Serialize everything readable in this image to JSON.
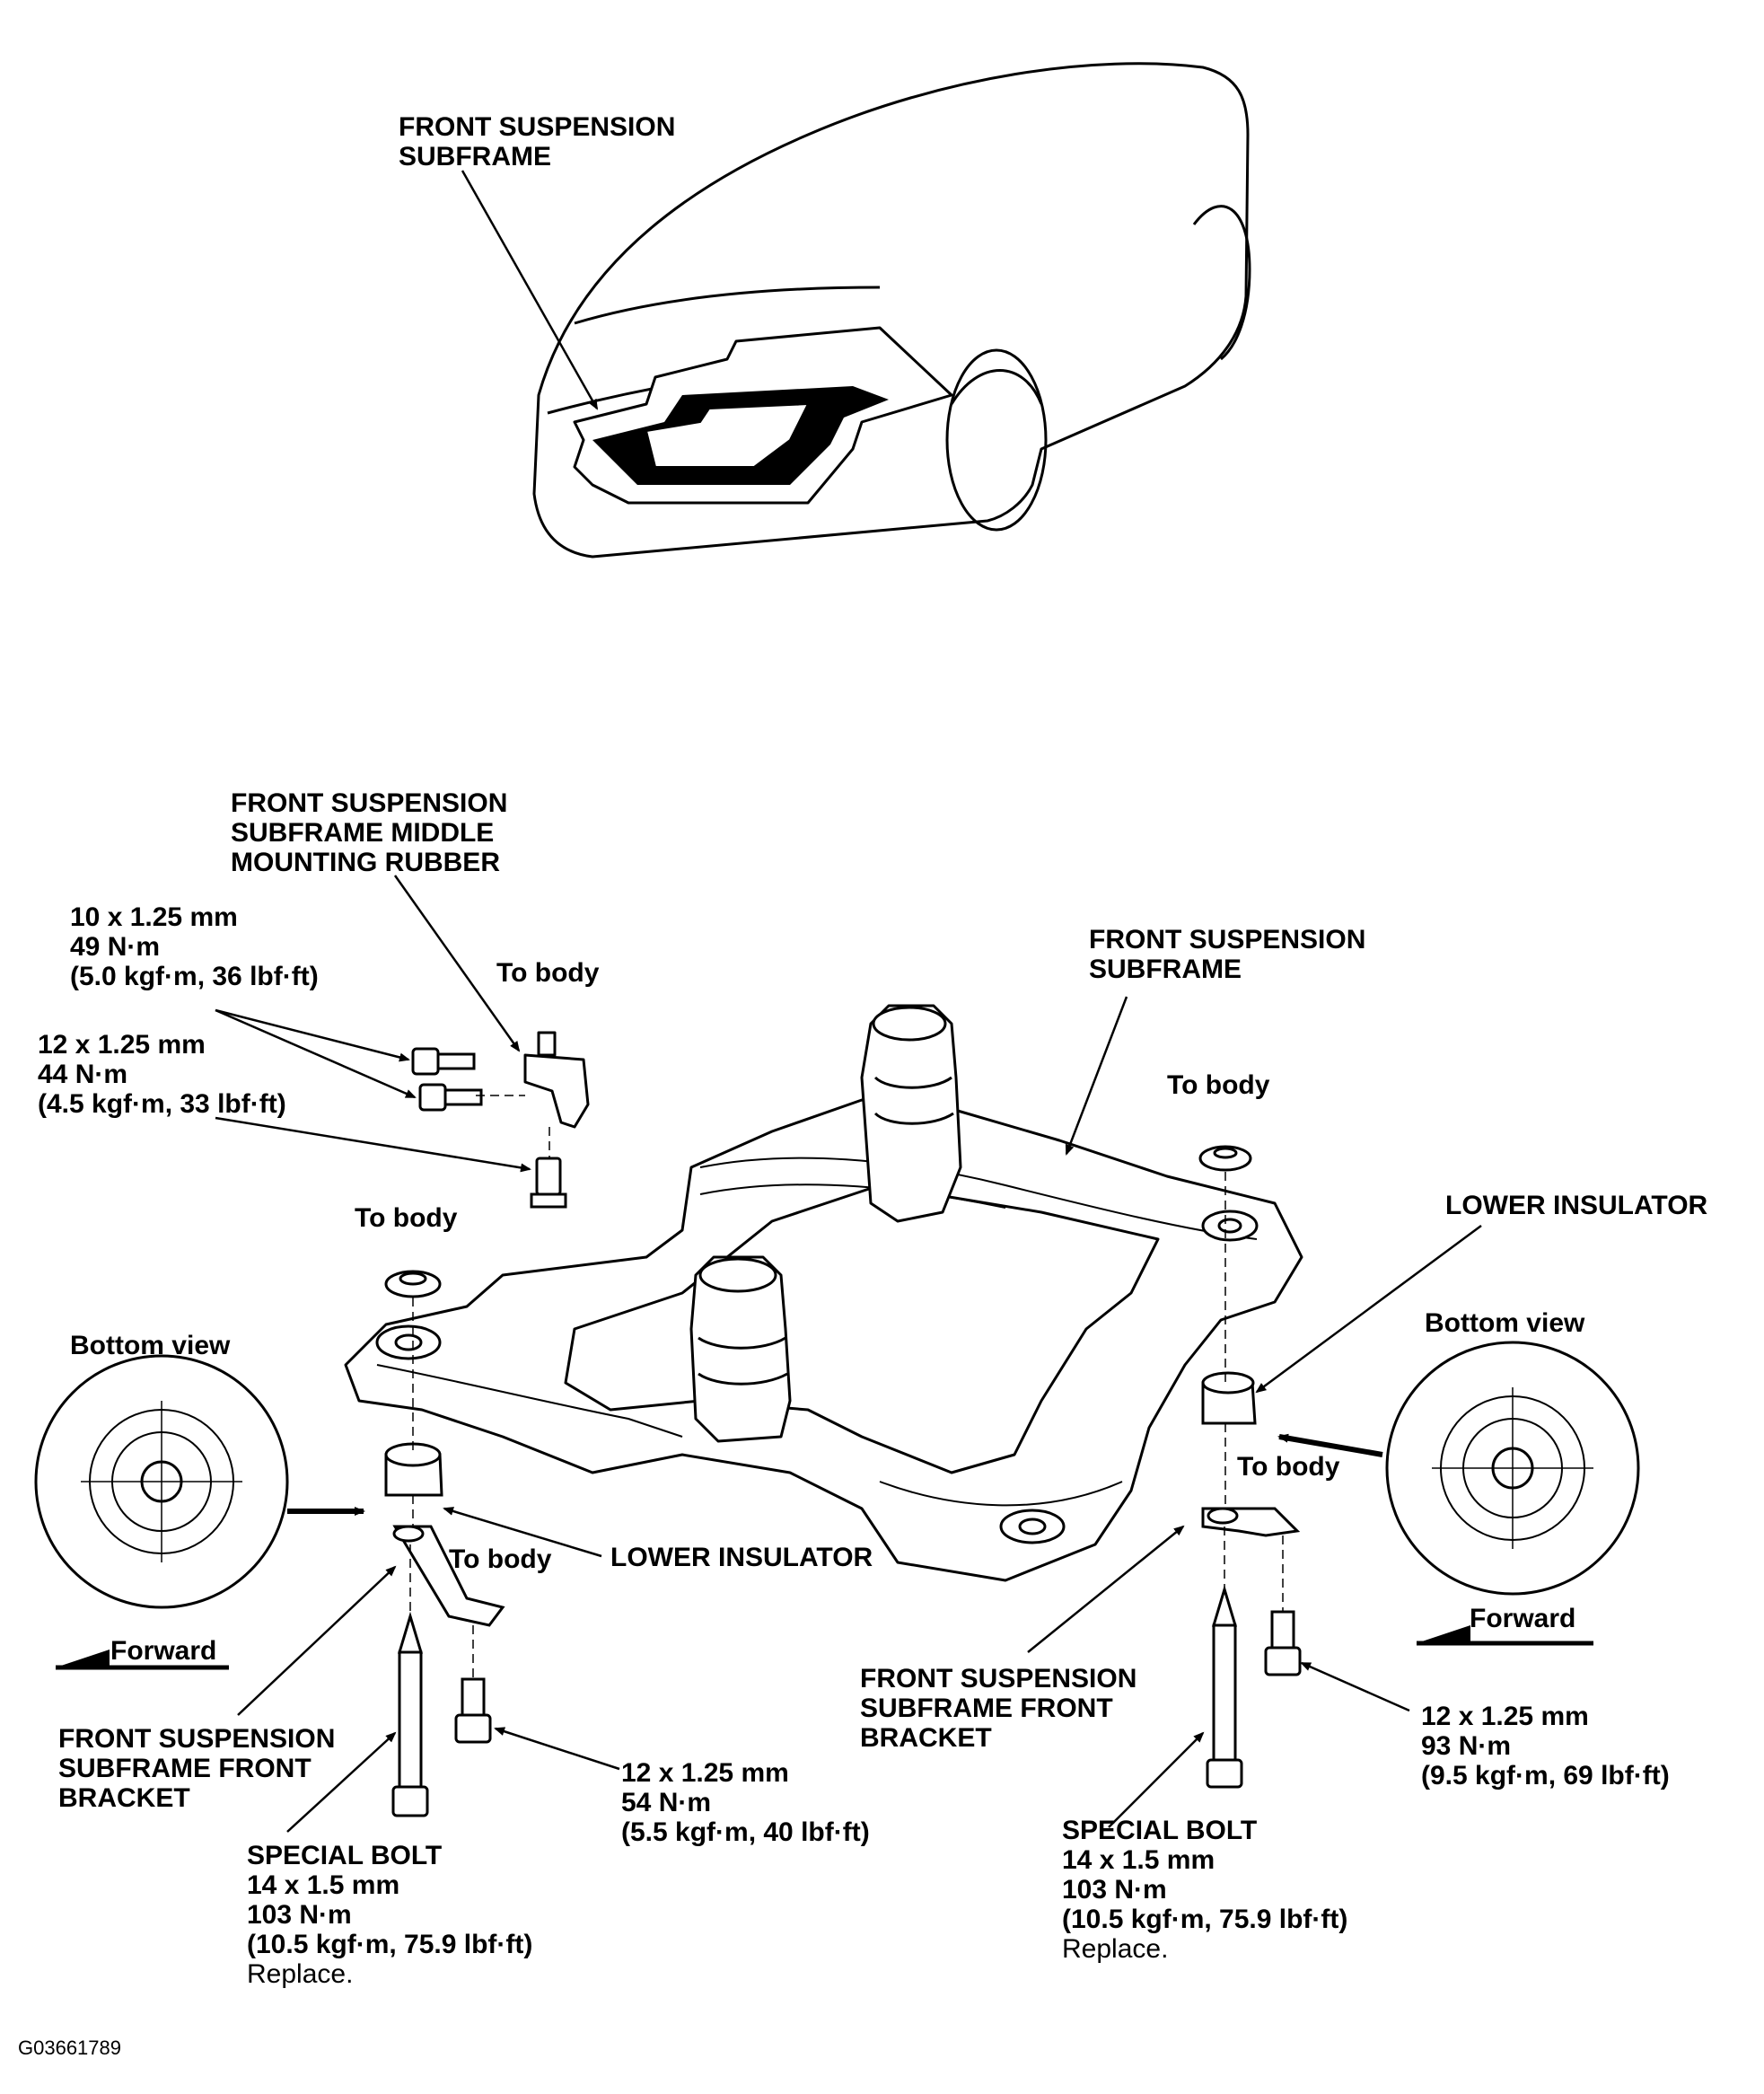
{
  "overview": {
    "label_lines": [
      "FRONT SUSPENSION",
      "SUBFRAME"
    ]
  },
  "labels": {
    "middle_mounting_rubber": [
      "FRONT SUSPENSION",
      "SUBFRAME MIDDLE",
      "MOUNTING RUBBER"
    ],
    "subframe": [
      "FRONT SUSPENSION",
      "SUBFRAME"
    ],
    "bolt_10x125": [
      "10 x 1.25 mm",
      "49 N·m",
      "(5.0 kgf·m, 36 lbf·ft)"
    ],
    "bolt_12x125_44": [
      "12 x 1.25 mm",
      "44 N·m",
      "(4.5 kgf·m, 33 lbf·ft)"
    ],
    "to_body_middle": "To body",
    "to_body_left": "To body",
    "to_body_right_top": "To body",
    "to_body_left_bracket": "To body",
    "to_body_right_bracket": "To body",
    "lower_insulator_left": "LOWER INSULATOR",
    "lower_insulator_right": "LOWER INSULATOR",
    "bottom_view_left": "Bottom view",
    "bottom_view_right": "Bottom view",
    "forward_left": "Forward",
    "forward_right": "Forward",
    "front_bracket_left": [
      "FRONT SUSPENSION",
      "SUBFRAME FRONT",
      "BRACKET"
    ],
    "front_bracket_right": [
      "FRONT SUSPENSION",
      "SUBFRAME FRONT",
      "BRACKET"
    ],
    "bolt_12x125_54": [
      "12 x 1.25 mm",
      "54 N·m",
      "(5.5 kgf·m, 40 lbf·ft)"
    ],
    "bolt_12x125_93": [
      "12 x 1.25 mm",
      "93 N·m",
      "(9.5 kgf·m, 69 lbf·ft)"
    ],
    "special_bolt_left": [
      "SPECIAL BOLT",
      "14 x 1.5 mm",
      "103 N·m",
      "(10.5 kgf·m, 75.9 lbf·ft)"
    ],
    "special_bolt_left_note": "Replace.",
    "special_bolt_right": [
      "SPECIAL BOLT",
      "14 x 1.5 mm",
      "103 N·m",
      "(10.5 kgf·m, 75.9 lbf·ft)"
    ],
    "special_bolt_right_note": "Replace."
  },
  "figure_code": "G03661789",
  "colors": {
    "ink": "#000000",
    "paper": "#ffffff",
    "shade": "#e9e9e9"
  }
}
